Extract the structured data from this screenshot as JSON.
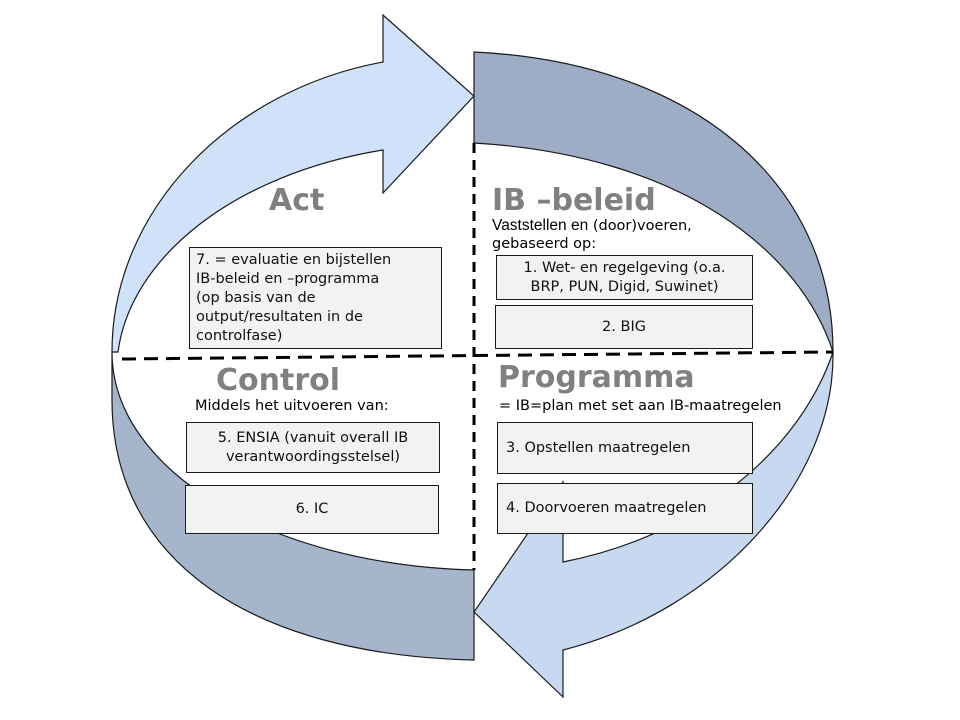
{
  "colors": {
    "arrow_light": "#cfe2fa",
    "arrow_light_bottom": "#c6d9f1",
    "arrow_dark": "#9dadc5",
    "arrow_dark_bottom": "#a5b5cb",
    "title_gray": "#808080",
    "box_fill": "#f2f2f2"
  },
  "quadrants": {
    "act": {
      "title": "Act",
      "boxes": [
        {
          "lines": [
            "7. = evaluatie en bijstellen",
            "IB-beleid en –programma",
            "(op basis van de",
            "output/resultaten in de",
            "controlfase)"
          ]
        }
      ]
    },
    "ib_beleid": {
      "title": "IB –beleid",
      "subtitle_part1": "Vaststellen en",
      "subtitle_part2": " (door)voeren,",
      "subtitle_line2": "gebaseerd op:",
      "boxes": [
        {
          "lines": [
            "1. Wet- en regelgeving (o.a.",
            "BRP, PUN, Digid, Suwinet)"
          ]
        },
        {
          "lines": [
            "2. BIG"
          ]
        }
      ]
    },
    "control": {
      "title": "Control",
      "subtitle": "Middels het uitvoeren van:",
      "boxes": [
        {
          "lines": [
            "5. ENSIA (vanuit overall IB",
            "verantwoordingsstelsel)"
          ]
        },
        {
          "lines": [
            "6. IC"
          ]
        }
      ]
    },
    "programma": {
      "title": "Programma",
      "subtitle": "= IB=plan met set aan IB-maatregelen",
      "boxes": [
        {
          "lines": [
            "3. Opstellen maatregelen"
          ]
        },
        {
          "lines": [
            "4. Doorvoeren maatregelen"
          ]
        }
      ]
    }
  }
}
